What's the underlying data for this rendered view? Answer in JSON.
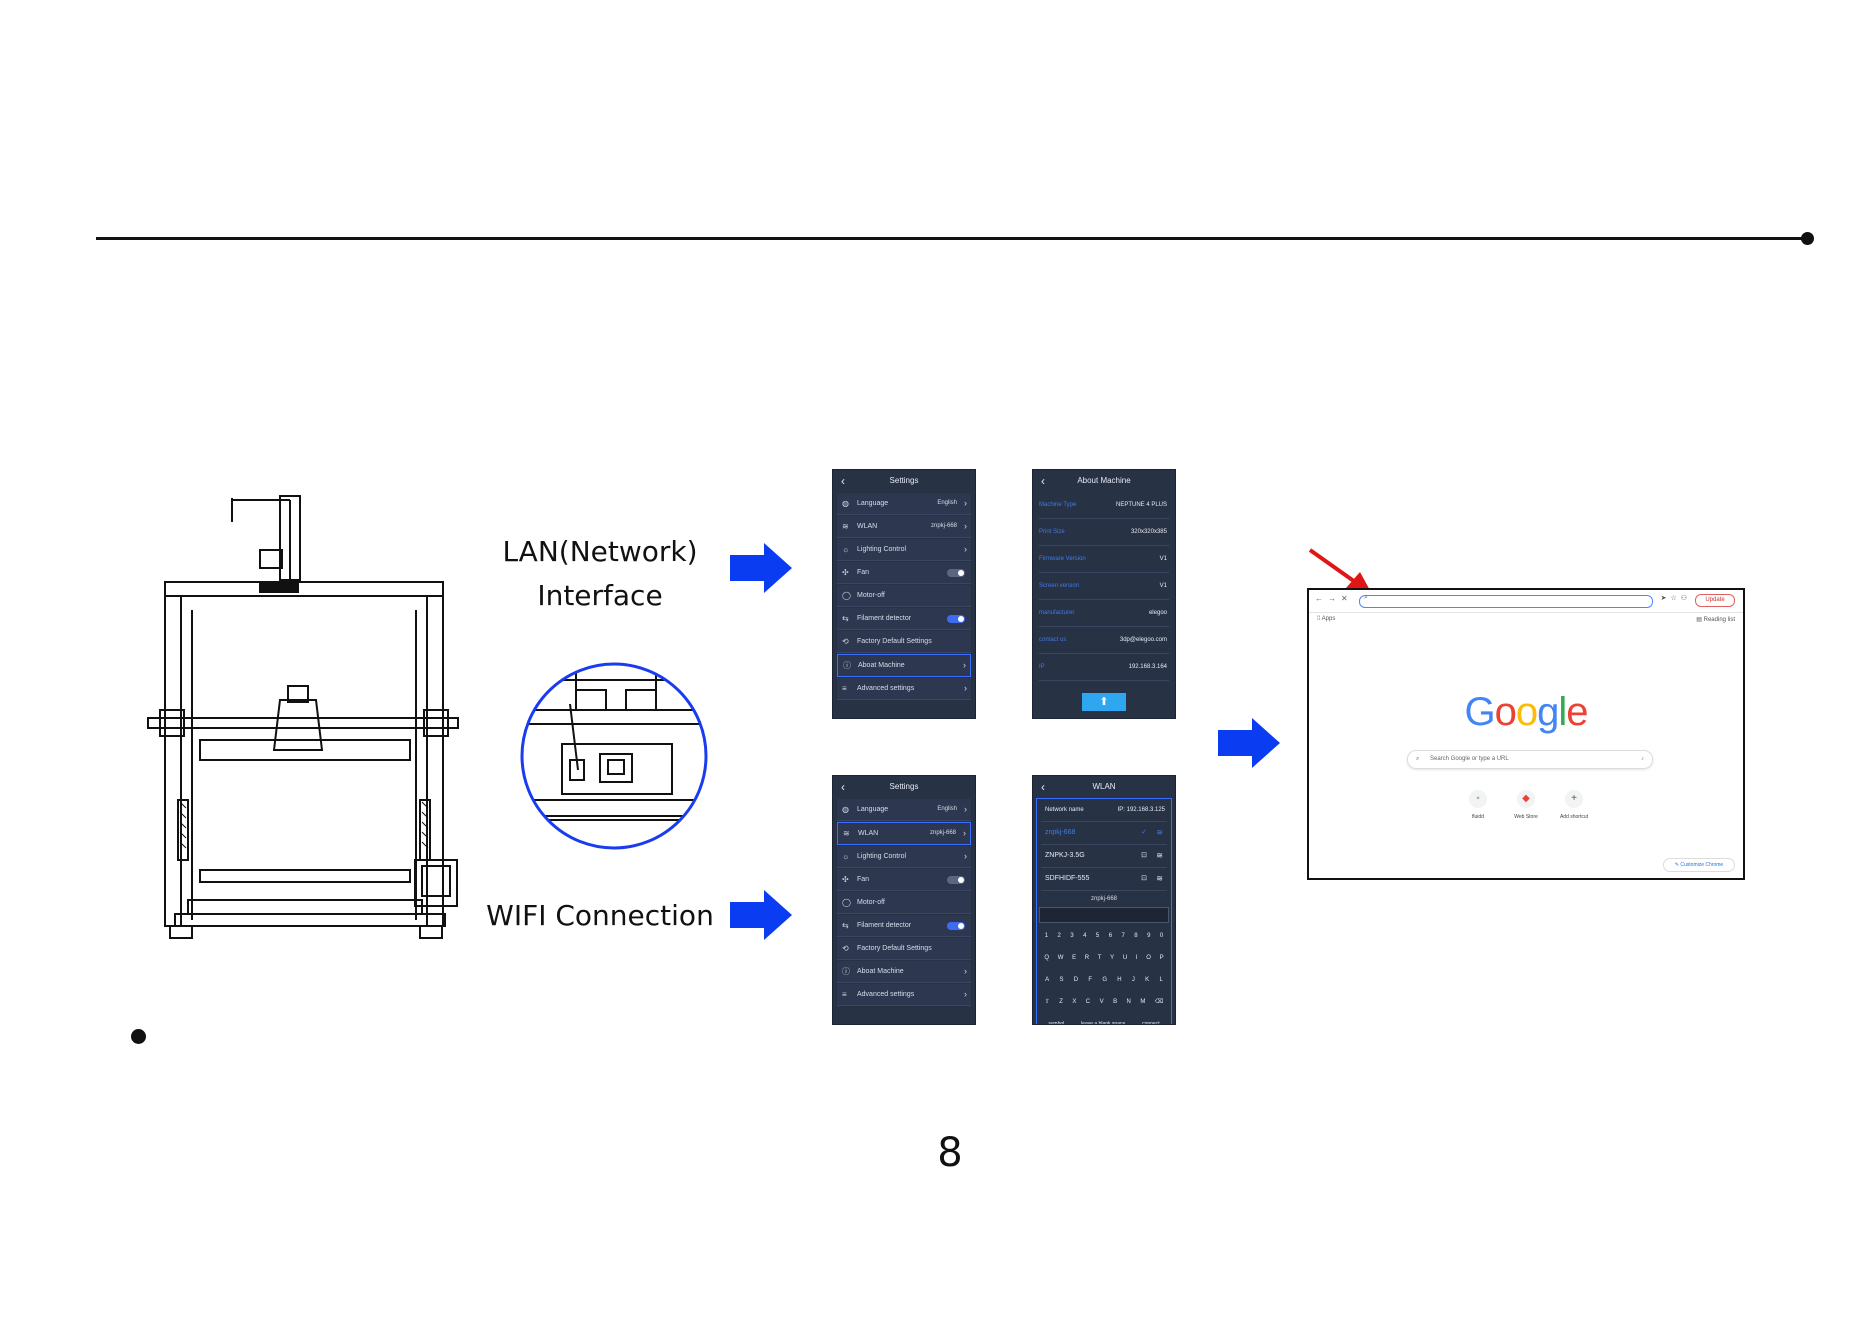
{
  "labels": {
    "lan_line1": "LAN(Network)",
    "lan_line2": "Interface",
    "wifi": "WIFI Connection"
  },
  "settings_panel": {
    "title": "Settings",
    "items": [
      {
        "icon": "globe-icon",
        "label": "Language",
        "value": "English",
        "type": "chevron"
      },
      {
        "icon": "wifi-icon",
        "label": "WLAN",
        "value": "znpkj-668",
        "type": "chevron"
      },
      {
        "icon": "bulb-icon",
        "label": "Lighting Control",
        "value": "",
        "type": "chevron"
      },
      {
        "icon": "fan-icon",
        "label": "Fan",
        "value": "",
        "type": "toggle",
        "on": false
      },
      {
        "icon": "power-icon",
        "label": "Motor-off",
        "value": "",
        "type": "none"
      },
      {
        "icon": "filament-icon",
        "label": "Filament detector",
        "value": "",
        "type": "toggle",
        "on": true
      },
      {
        "icon": "reset-icon",
        "label": "Factory Default Settings",
        "value": "",
        "type": "none"
      },
      {
        "icon": "info-icon",
        "label": "Aboat Machine",
        "value": "",
        "type": "chevron"
      },
      {
        "icon": "sliders-icon",
        "label": "Advanced settings",
        "value": "",
        "type": "chevron"
      }
    ]
  },
  "about_panel": {
    "title": "About Machine",
    "rows": [
      {
        "key": "Machine Type",
        "value": "NEPTUNE 4 PLUS"
      },
      {
        "key": "Print Size",
        "value": "320x320x385"
      },
      {
        "key": "Firmware Version",
        "value": "V1"
      },
      {
        "key": "Screen version",
        "value": "V1"
      },
      {
        "key": "manufacturer",
        "value": "elegoo"
      },
      {
        "key": "contact us",
        "value": "3dp@elegoo.com"
      },
      {
        "key": "IP",
        "value": "192.168.3.164"
      }
    ]
  },
  "wlan_panel": {
    "title": "WLAN",
    "network_name_label": "Network name",
    "ip_label": "IP:",
    "ip_value": "192.168.3.125",
    "networks": [
      {
        "name": "znpkj-668",
        "connected": true,
        "locked": false
      },
      {
        "name": "ZNPKJ-3.5G",
        "connected": false,
        "locked": true
      },
      {
        "name": "SDFHIDF-555",
        "connected": false,
        "locked": true
      }
    ],
    "input_label": "znpkj-668",
    "keys_row1": [
      "1",
      "2",
      "3",
      "4",
      "5",
      "6",
      "7",
      "8",
      "9",
      "0"
    ],
    "keys_row2": [
      "Q",
      "W",
      "E",
      "R",
      "T",
      "Y",
      "U",
      "I",
      "O",
      "P"
    ],
    "keys_row3": [
      "A",
      "S",
      "D",
      "F",
      "G",
      "H",
      "J",
      "K",
      "L"
    ],
    "keys_row4": [
      "Z",
      "X",
      "C",
      "V",
      "B",
      "N",
      "M"
    ],
    "bottom": [
      "symbol",
      "leave a blank space",
      "connect"
    ]
  },
  "browser": {
    "update_label": "Update",
    "apps_label": "Apps",
    "reading_list": "Reading list",
    "logo": "Google",
    "search_placeholder": "Search Google or type a URL",
    "shortcuts": [
      "fluidd",
      "Web Store",
      "Add shortcut"
    ],
    "customize": "Customize Chrome"
  },
  "page_number": "8",
  "colors": {
    "arrow_blue": "#0a3cf2",
    "red_arrow": "#e01515",
    "panel_bg": "#283245"
  }
}
